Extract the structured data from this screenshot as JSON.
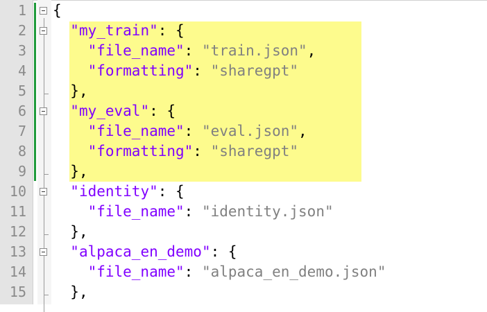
{
  "editor": {
    "colors": {
      "key": "#8000ff",
      "string": "#808080",
      "punct": "#000000",
      "line_number": "#8a8a8a",
      "highlight": "#fdfb8d",
      "change_bar": "#1f9a3a"
    },
    "lines": [
      {
        "num": "1",
        "indent": "",
        "brace": "{"
      },
      {
        "num": "2",
        "indent": "  ",
        "key": "\"my_train\"",
        "sep": ": ",
        "brace": "{"
      },
      {
        "num": "3",
        "indent": "    ",
        "key": "\"file_name\"",
        "sep": ": ",
        "val": "\"train.json\"",
        "end": ","
      },
      {
        "num": "4",
        "indent": "    ",
        "key": "\"formatting\"",
        "sep": ": ",
        "val": "\"sharegpt\""
      },
      {
        "num": "5",
        "indent": "  ",
        "brace": "},"
      },
      {
        "num": "6",
        "indent": "  ",
        "key": "\"my_eval\"",
        "sep": ": ",
        "brace": "{"
      },
      {
        "num": "7",
        "indent": "    ",
        "key": "\"file_name\"",
        "sep": ": ",
        "val": "\"eval.json\"",
        "end": ","
      },
      {
        "num": "8",
        "indent": "    ",
        "key": "\"formatting\"",
        "sep": ": ",
        "val": "\"sharegpt\""
      },
      {
        "num": "9",
        "indent": "  ",
        "brace": "},"
      },
      {
        "num": "10",
        "indent": "  ",
        "key": "\"identity\"",
        "sep": ": ",
        "brace": "{"
      },
      {
        "num": "11",
        "indent": "    ",
        "key": "\"file_name\"",
        "sep": ": ",
        "val": "\"identity.json\""
      },
      {
        "num": "12",
        "indent": "  ",
        "brace": "},"
      },
      {
        "num": "13",
        "indent": "  ",
        "key": "\"alpaca_en_demo\"",
        "sep": ": ",
        "brace": "{"
      },
      {
        "num": "14",
        "indent": "    ",
        "key": "\"file_name\"",
        "sep": ": ",
        "val": "\"alpaca_en_demo.json\""
      },
      {
        "num": "15",
        "indent": "  ",
        "brace": "},"
      }
    ]
  }
}
